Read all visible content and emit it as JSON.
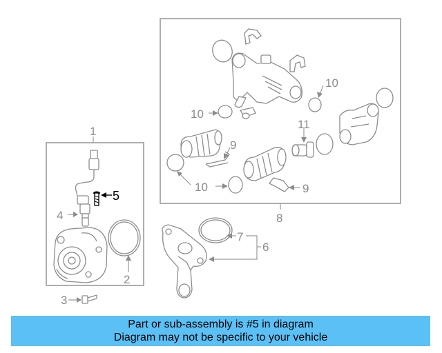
{
  "labels": {
    "l1": "1",
    "l2": "2",
    "l3": "3",
    "l4": "4",
    "l5": "5",
    "l6": "6",
    "l7": "7",
    "l8": "8",
    "l9a": "9",
    "l9b": "9",
    "l10a": "10",
    "l10b": "10",
    "l10c": "10",
    "l11": "11"
  },
  "banner": {
    "line1": "Part or sub-assembly is #5 in diagram",
    "line2": "Diagram may not be specific to your vehicle"
  },
  "colors": {
    "banner_bg": "#5bc0f5",
    "line_art": "#8c8c8c",
    "highlight": "#000000"
  }
}
